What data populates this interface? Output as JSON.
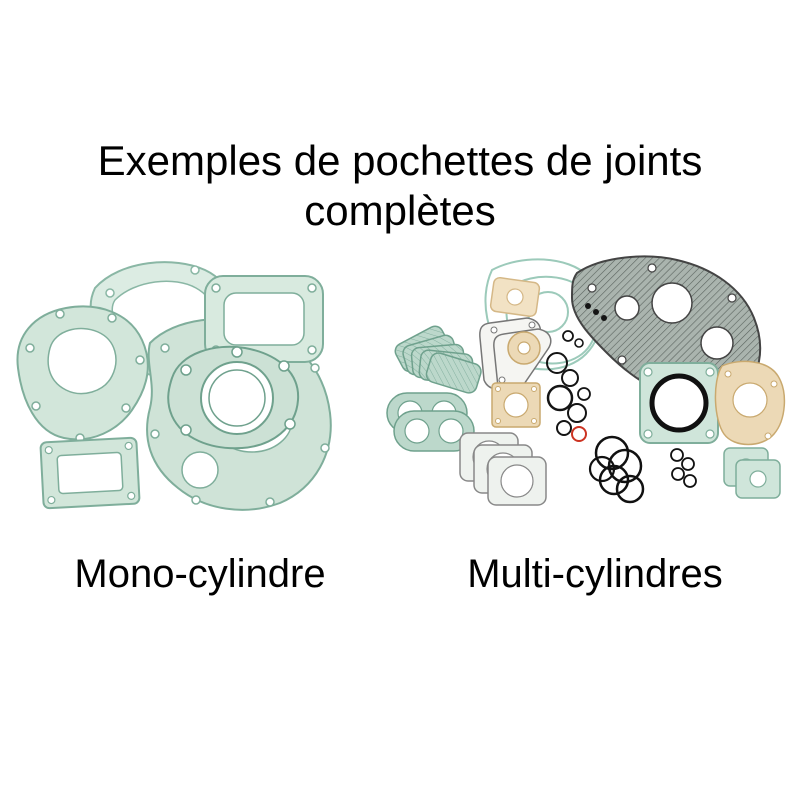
{
  "page": {
    "background": "#ffffff",
    "title": {
      "line1": "Exemples de pochettes de joints",
      "line2": "complètes"
    },
    "labels": {
      "left": "Mono-cylindre",
      "right": "Multi-cylindres"
    },
    "illustrations": {
      "left_name": "mono-cylinder-complete-gasket-set-illustration",
      "right_name": "multi-cylinder-complete-gasket-set-illustration"
    },
    "colors": {
      "text": "#000000",
      "gasket_teal_fill": "#d2e6da",
      "gasket_teal_stroke": "#7fae9b",
      "gasket_teal_dark": "#6fa18d",
      "paper_tan": "#ecd9b6",
      "paper_tan_stroke": "#c9a96f",
      "metal_hatch_gray": "#aab4ae",
      "metal_stroke": "#444444",
      "oring_black": "#141414",
      "oring_red": "#cc3322",
      "white_gasket": "#f5f5f2"
    }
  }
}
